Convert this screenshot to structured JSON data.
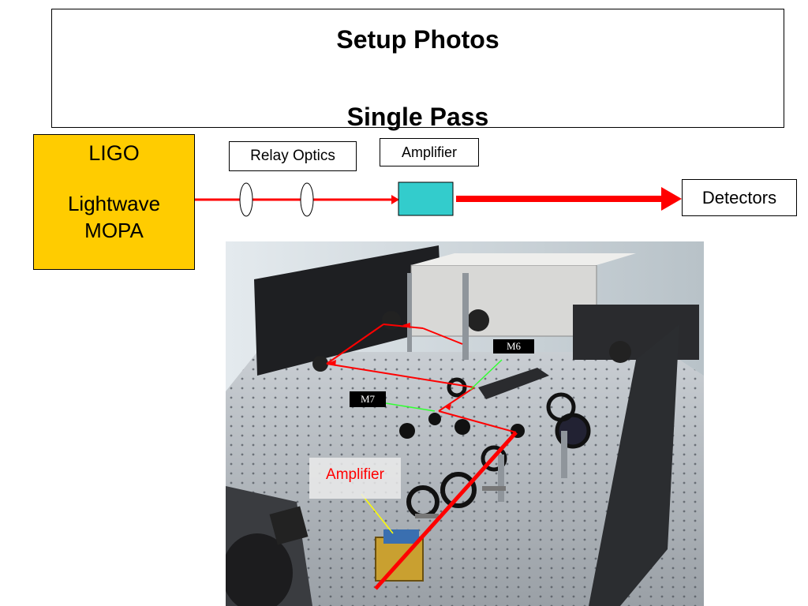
{
  "title": {
    "line1": "Setup Photos",
    "line2": "Single Pass"
  },
  "laser": {
    "line1": "LIGO",
    "line2": "Lightwave",
    "line3": "MOPA",
    "color": "#ffcc00"
  },
  "diagram": {
    "relay_label": "Relay Optics",
    "amplifier_label": "Amplifier",
    "detectors_label": "Detectors",
    "beam_color": "#ff0000",
    "amplifier_color": "#33cccc"
  },
  "photo": {
    "m6_label": "M6",
    "m7_label": "M7",
    "amplifier_label": "Amplifier"
  }
}
